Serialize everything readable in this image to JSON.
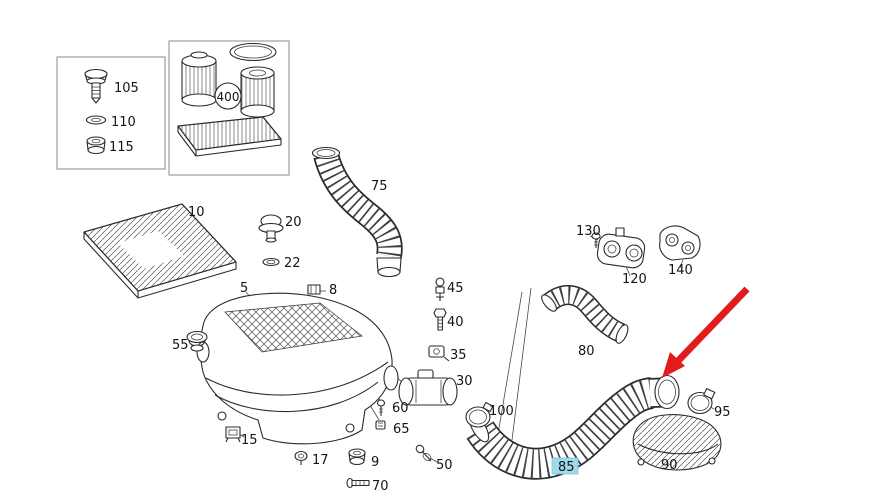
{
  "diagram": {
    "background_color": "#ffffff",
    "line_color": "#2b2b2b",
    "highlight_color": "#9fd9ea",
    "arrow_color": "#e21b1b",
    "highlighted_part": "85",
    "parts": [
      {
        "label": "105",
        "highlighted": false
      },
      {
        "label": "110",
        "highlighted": false
      },
      {
        "label": "115",
        "highlighted": false
      },
      {
        "label": "400",
        "highlighted": false
      },
      {
        "label": "75",
        "highlighted": false
      },
      {
        "label": "10",
        "highlighted": false
      },
      {
        "label": "20",
        "highlighted": false
      },
      {
        "label": "22",
        "highlighted": false
      },
      {
        "label": "5",
        "highlighted": false
      },
      {
        "label": "8",
        "highlighted": false
      },
      {
        "label": "45",
        "highlighted": false
      },
      {
        "label": "40",
        "highlighted": false
      },
      {
        "label": "55",
        "highlighted": false
      },
      {
        "label": "35",
        "highlighted": false
      },
      {
        "label": "30",
        "highlighted": false
      },
      {
        "label": "130",
        "highlighted": false
      },
      {
        "label": "120",
        "highlighted": false
      },
      {
        "label": "140",
        "highlighted": false
      },
      {
        "label": "80",
        "highlighted": false
      },
      {
        "label": "100",
        "highlighted": false
      },
      {
        "label": "60",
        "highlighted": false
      },
      {
        "label": "65",
        "highlighted": false
      },
      {
        "label": "15",
        "highlighted": false
      },
      {
        "label": "17",
        "highlighted": false
      },
      {
        "label": "9",
        "highlighted": false
      },
      {
        "label": "50",
        "highlighted": false
      },
      {
        "label": "85",
        "highlighted": true
      },
      {
        "label": "90",
        "highlighted": false
      },
      {
        "label": "95",
        "highlighted": false
      },
      {
        "label": "70",
        "highlighted": false
      }
    ]
  }
}
